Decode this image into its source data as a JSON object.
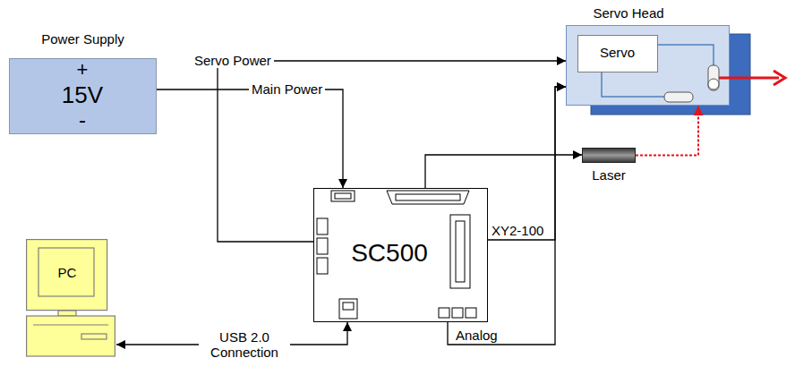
{
  "diagram": {
    "nodes": [
      {
        "text": [
          "Power Supply",
          "+",
          "15V",
          "-"
        ]
      },
      {
        "text": [
          "Servo Head"
        ]
      },
      {
        "text": [
          "Servo"
        ],
        "in": 1
      },
      {
        "text": [
          "Laser"
        ]
      },
      {
        "text": [
          "SC500"
        ]
      },
      {
        "text": [
          "PC"
        ]
      }
    ],
    "edges": [
      {
        "from": 4,
        "to": 1,
        "arrow": "to",
        "label": "Servo Power"
      },
      {
        "from": 0,
        "to": 4,
        "arrow": "to",
        "label": "Main Power"
      },
      {
        "from": 4,
        "to": 3,
        "arrow": "to"
      },
      {
        "from": 4,
        "to": 1,
        "arrow": "to",
        "label": "XY2-100"
      },
      {
        "from": 4,
        "to": 1,
        "arrow": "to",
        "label": "Analog"
      },
      {
        "from": 3,
        "to": 1,
        "arrow": "to"
      },
      {
        "from": 5,
        "to": 4,
        "arrow": "both",
        "label": "USB 2.0 Connection"
      }
    ]
  }
}
